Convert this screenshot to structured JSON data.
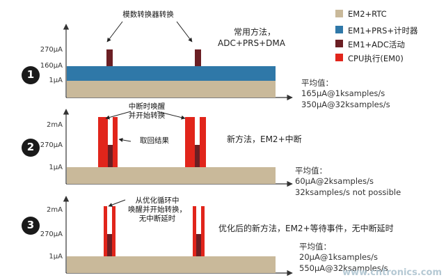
{
  "legend": [
    {
      "label": "EM2+RTC",
      "color": "#c9b99a"
    },
    {
      "label": "EM1+PRS+计时器",
      "color": "#2f78a8"
    },
    {
      "label": "EM1+ADC活动",
      "color": "#6b1f24"
    },
    {
      "label": "CPU执行(EM0)",
      "color": "#e1251b"
    }
  ],
  "panel1": {
    "number": "1",
    "ylabels": {
      "a": "270µA",
      "b": "160µA",
      "c": "1µA"
    },
    "annotation": "模数转换器转换",
    "note_line1": "常用方法，",
    "note_line2": "ADC+PRS+DMA",
    "avg_title": "平均值：",
    "avg_line1": "165µA@1ksamples/s",
    "avg_line2": "350µA@32ksamples/s"
  },
  "panel2": {
    "number": "2",
    "ylabels": {
      "a": "2mA",
      "b": "270µA",
      "c": "1µA"
    },
    "annotation1_line1": "中断时唤醒",
    "annotation1_line2": "并开始转换",
    "annotation2": "取回结果",
    "note": "新方法，EM2+中断",
    "avg_title": "平均值：",
    "avg_line1": "60µA@2ksamples/s",
    "avg_line2": "32ksamples/s not possible"
  },
  "panel3": {
    "number": "3",
    "ylabels": {
      "a": "2mA",
      "b": "270µA",
      "c": "1µA"
    },
    "annotation_line1": "从优化循环中",
    "annotation_line2": "唤醒并开始转换，",
    "annotation_line3": "无中断延时",
    "note": "优化后的新方法，EM2+等待事件，无中断延时",
    "avg_title": "平均值：",
    "avg_line1": "20µA@1ksamples/s",
    "avg_line2": "550µA@32ksamples/s"
  },
  "watermark": "www.cntronics.com"
}
